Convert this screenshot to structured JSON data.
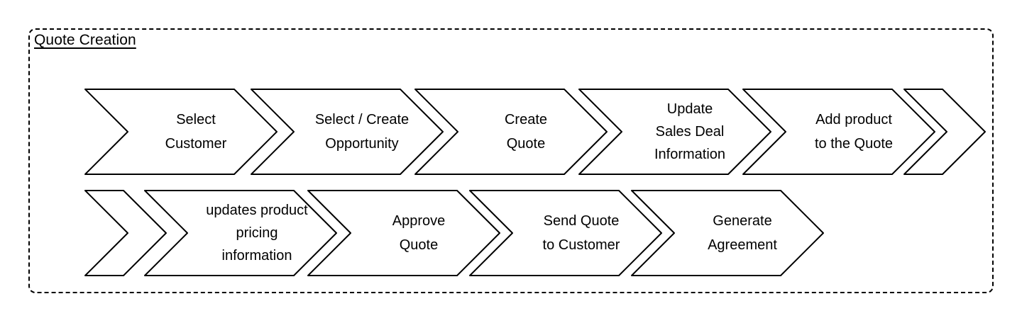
{
  "diagram": {
    "type": "chevron-process-flow",
    "title": "Quote Creation",
    "background_color": "#ffffff",
    "stroke_color": "#000000",
    "fill_color": "#ffffff",
    "frame": {
      "style": "dashed",
      "name": "quote-creation-group"
    },
    "rows": [
      {
        "name": "row-1",
        "steps": [
          {
            "label": "Select\nCustomer",
            "index": 1,
            "empty": false
          },
          {
            "label": "Select / Create\nOpportunity",
            "index": 2,
            "empty": false
          },
          {
            "label": "Create\nQuote",
            "index": 3,
            "empty": false
          },
          {
            "label": "Update\nSales Deal\nInformation",
            "index": 4,
            "empty": false
          },
          {
            "label": "Add product\nto the Quote",
            "index": 5,
            "empty": false
          },
          {
            "label": "",
            "index": 6,
            "empty": true
          }
        ]
      },
      {
        "name": "row-2",
        "steps": [
          {
            "label": "",
            "index": 7,
            "empty": true
          },
          {
            "label": "updates product\npricing\ninformation",
            "index": 8,
            "empty": false
          },
          {
            "label": "Approve\nQuote",
            "index": 9,
            "empty": false
          },
          {
            "label": "Send Quote\nto Customer",
            "index": 10,
            "empty": false
          },
          {
            "label": "Generate\nAgreement",
            "index": 11,
            "empty": false
          }
        ]
      }
    ]
  }
}
